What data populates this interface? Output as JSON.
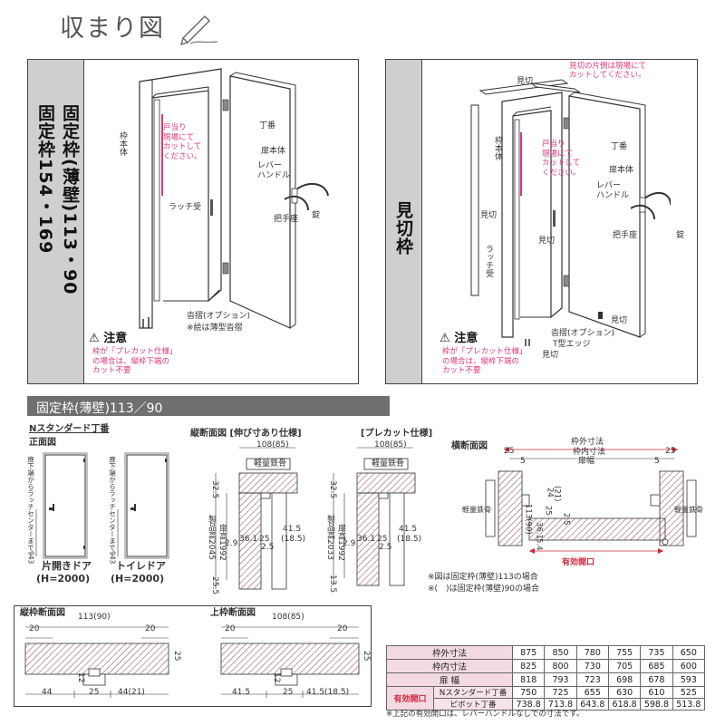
{
  "page": {
    "title": "収まり図",
    "footnote": "※上記の有効開口は、レバーハンドルなしでの寸法です。"
  },
  "top_left": {
    "side_label_a": "固定枠(薄壁)113・90",
    "side_label_b": "固定枠154・169",
    "labels": {
      "frame_body": "枠本体",
      "door_stop": "戸当り\n現場にて\nカットして\nください。",
      "hinge": "丁番",
      "door_body": "扉本体",
      "lever_handle": "レバー\nハンドル",
      "lock": "錠",
      "handle_seat": "把手座",
      "latch_receiver": "ラッチ受",
      "threshold": "沓摺(オプション)",
      "threshold_note": "※絵は薄型沓摺"
    },
    "caution_title": "注意",
    "caution_text": "枠が「プレカット仕様」\nの場合は、縦枠下端の\nカット不要"
  },
  "top_right": {
    "side_label": "見切枠",
    "labels": {
      "trim_note": "見切の片側は現場にて\nカットしてください。",
      "trim_top": "見切",
      "frame_body": "枠本体",
      "door_stop": "戸当り\n現場にて\nカットして\nください。",
      "hinge": "丁番",
      "door_body": "扉本体",
      "lever_handle": "レバー\nハンドル",
      "lock": "錠",
      "trim_left": "見切",
      "latch_receiver": "ラッチ受",
      "trim_mid": "見切",
      "handle_seat": "把手座",
      "trim_bottom_right": "見切",
      "threshold": "沓摺(オプション)",
      "t_edge": "T型エッジ",
      "trim_bottom": "見切"
    },
    "caution_title": "注意",
    "caution_text": "枠が「プレカット仕様」\nの場合は、縦枠下端の\nカット不要"
  },
  "section": {
    "bar_label": "固定枠(薄壁)113／90"
  },
  "front_view": {
    "heading": "Nスタンダード丁番",
    "sub": "正面図",
    "latch_height_label": "扉下端からラッチセンターまで943",
    "door1_label": "片開きドア",
    "door1_h": "(H=2000)",
    "door2_label": "トイレドア",
    "door2_h": "(H=2000)"
  },
  "vertical_section_a": {
    "heading": "縦断面図",
    "sub": "[伸び寸あり仕様]",
    "top_width": "108(85)",
    "stud_label": "軽量鉄骨",
    "product_height": "製品高2045",
    "door_height": "扉高1992",
    "d325": "32.5",
    "d29": "2.9",
    "d361": "36.1",
    "d25a": "25",
    "d25b": "2.5",
    "d415": "41.5",
    "d185": "(18.5)",
    "d255": "25.5"
  },
  "vertical_section_b": {
    "heading": "[プレカット仕様]",
    "top_width": "108(85)",
    "stud_label": "軽量鉄骨",
    "product_height": "製品高2033",
    "door_height": "扉高1992",
    "d325": "32.5",
    "d29": "2.9",
    "d361": "36.1",
    "d25a": "25",
    "d25b": "2.5",
    "d415": "41.5",
    "d185": "(18.5)",
    "d135": "13.5"
  },
  "horizontal_section": {
    "heading": "横断面図",
    "outer": "枠外寸法",
    "inner": "枠内寸法",
    "leaf": "扉幅",
    "d25l": "25",
    "d25r": "25",
    "d5a": "5",
    "d5b": "5",
    "stud_left": "軽量鉄骨",
    "stud_right": "軽量鉄骨",
    "d113": "113(90)",
    "d361": "36.1",
    "d25": "25",
    "d25b": "2.5",
    "d24": "24",
    "d21": "(21)",
    "d54": "5.4",
    "effective": "有効開口",
    "note1": "※図は固定枠(薄壁)113の場合",
    "note2": "※(　)は固定枠(薄壁)90の場合"
  },
  "jamb_section": {
    "heading": "縦枠断面図",
    "top": "113(90)",
    "d20l": "20",
    "d20r": "20",
    "d25": "25",
    "d12": "12",
    "b44": "44",
    "b25": "25",
    "b44r": "44(21)"
  },
  "head_section": {
    "heading": "上枠断面図",
    "top": "108(85)",
    "d20l": "20",
    "d20r": "20",
    "d25": "25",
    "d12": "12",
    "b415": "41.5",
    "b25": "25",
    "b415r": "41.5(18.5)"
  },
  "spec_table": {
    "rows": [
      {
        "label": "枠外寸法",
        "values": [
          "875",
          "850",
          "780",
          "755",
          "735",
          "650"
        ]
      },
      {
        "label": "枠内寸法",
        "values": [
          "825",
          "800",
          "730",
          "705",
          "685",
          "600"
        ]
      },
      {
        "label": "扉 幅",
        "values": [
          "818",
          "793",
          "723",
          "698",
          "678",
          "593"
        ]
      }
    ],
    "effective_label": "有効開口",
    "effective_rows": [
      {
        "label": "Nスタンダード丁番",
        "values": [
          "750",
          "725",
          "655",
          "630",
          "610",
          "525"
        ]
      },
      {
        "label": "ピボット丁番",
        "values": [
          "738.8",
          "713.8",
          "643.8",
          "618.8",
          "598.8",
          "513.8"
        ]
      }
    ]
  }
}
